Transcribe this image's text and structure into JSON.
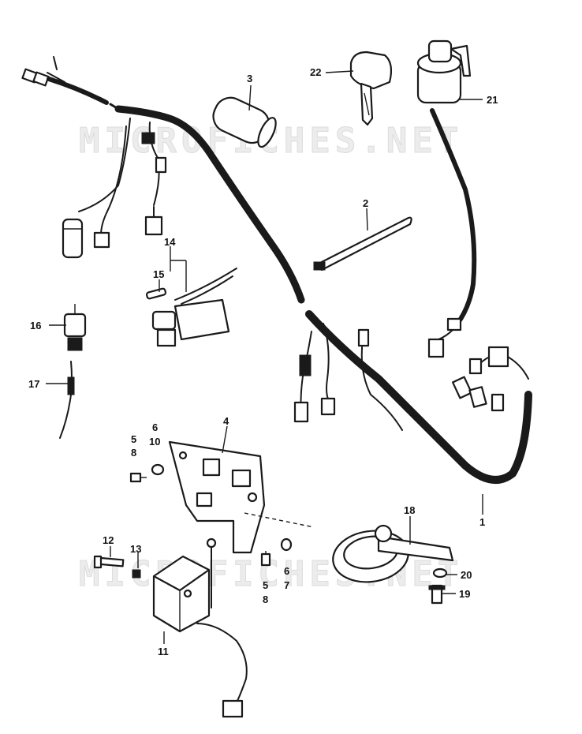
{
  "watermark": "MICROFICHES.NET",
  "callouts": {
    "c1": "1",
    "c2": "2",
    "c3": "3",
    "c4": "4",
    "c5a": "5",
    "c8a": "8",
    "c6a": "6",
    "c10": "10",
    "c5b": "5",
    "c8b": "8",
    "c6b": "6",
    "c7": "7",
    "c11": "11",
    "c12": "12",
    "c13": "13",
    "c14": "14",
    "c15": "15",
    "c16": "16",
    "c17": "17",
    "c18": "18",
    "c19": "19",
    "c20": "20",
    "c21": "21",
    "c22": "22"
  }
}
